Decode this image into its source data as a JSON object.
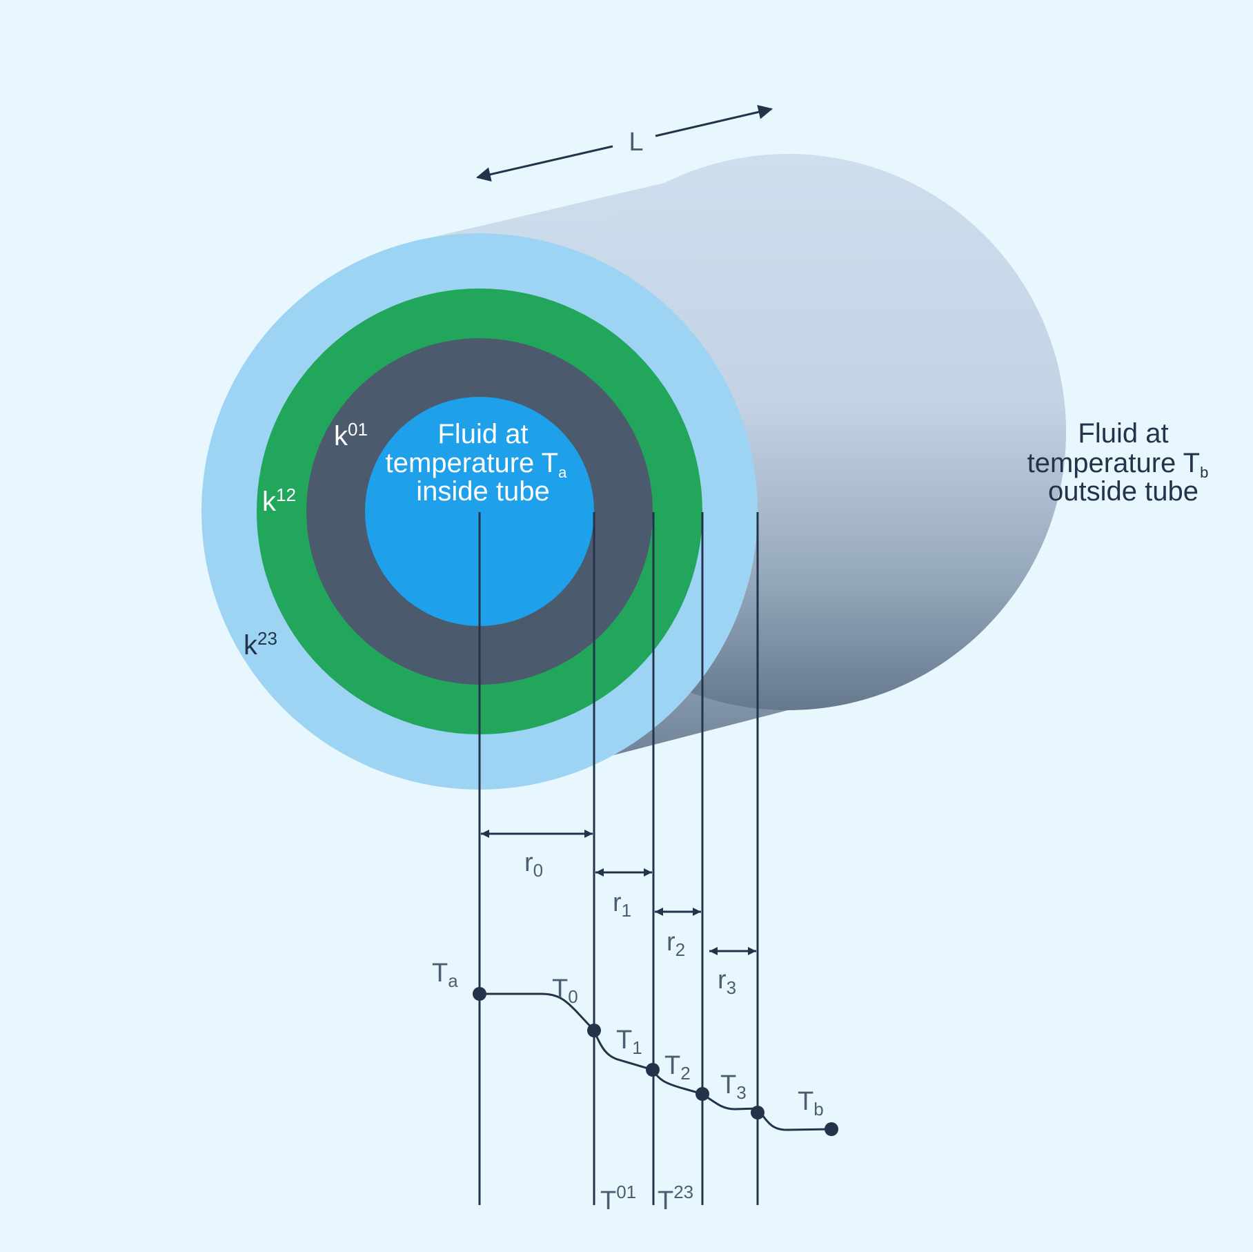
{
  "diagram": {
    "title": "Heat conduction through a multi-layer cylindrical tube",
    "length_label": "L",
    "inside_fluid": {
      "line1": "Fluid at",
      "line2": "temperature T",
      "line2_sub": "a",
      "line3": "inside tube"
    },
    "outside_fluid": {
      "line1": "Fluid at",
      "line2": "temperature T",
      "line2_sub": "b",
      "line3": "outside tube"
    },
    "conductivities": [
      {
        "base": "k",
        "sup": "01"
      },
      {
        "base": "k",
        "sup": "12"
      },
      {
        "base": "k",
        "sup": "23"
      }
    ],
    "radii": [
      {
        "base": "r",
        "sub": "0"
      },
      {
        "base": "r",
        "sub": "1"
      },
      {
        "base": "r",
        "sub": "2"
      },
      {
        "base": "r",
        "sub": "3"
      }
    ],
    "temperatures": [
      {
        "base": "T",
        "sub": "a"
      },
      {
        "base": "T",
        "sub": "0"
      },
      {
        "base": "T",
        "sub": "1"
      },
      {
        "base": "T",
        "sub": "2"
      },
      {
        "base": "T",
        "sub": "3"
      },
      {
        "base": "T",
        "sub": "b"
      }
    ],
    "interface_labels": [
      {
        "base": "T",
        "sup": "01"
      },
      {
        "base": "T",
        "sup": "23"
      }
    ],
    "colors": {
      "background": "#e8f6fd",
      "fluid_core": "#1fa0ea",
      "layer_01": "#4b5b6d",
      "layer_12": "#22a65c",
      "layer_23": "#9dd4f4",
      "tube_body_top": "#cfdeed",
      "tube_body_bottom": "#6b7d92",
      "ink": "#22334a",
      "label": "#4c5d72"
    }
  }
}
